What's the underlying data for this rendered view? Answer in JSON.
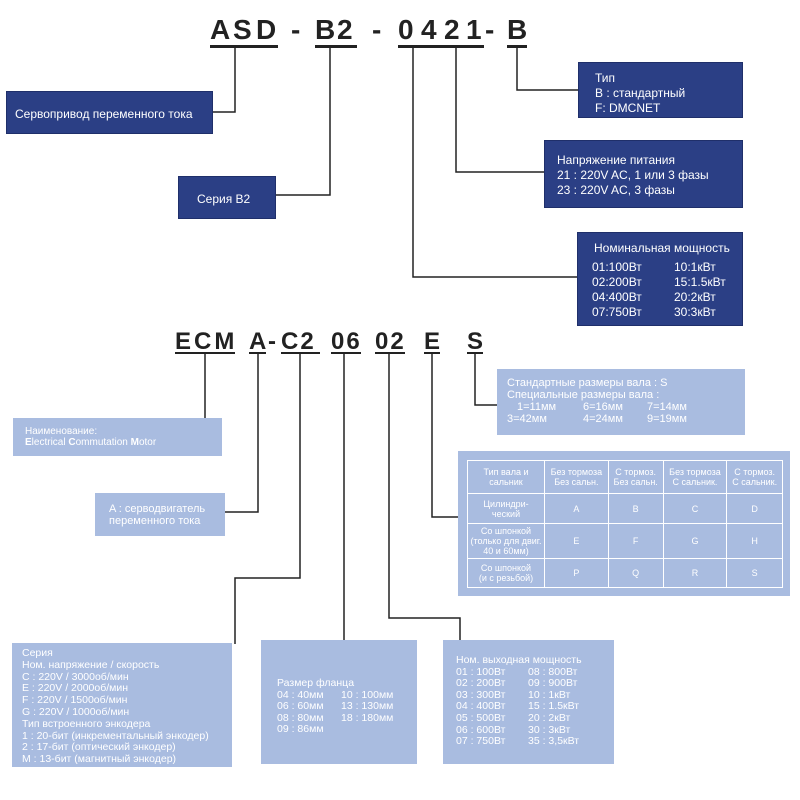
{
  "top_code": {
    "chars": [
      "A",
      "S",
      "D",
      "-",
      "B",
      "2",
      "-",
      "0",
      "4",
      "2",
      "1",
      "-",
      "B"
    ]
  },
  "top_boxes": {
    "drive": "Сервопривод переменного тока",
    "series": "Серия B2",
    "type": {
      "title": "Тип",
      "lines": [
        "B : стандартный",
        "F: DMCNET"
      ]
    },
    "voltage": {
      "title": "Напряжение питания",
      "lines": [
        "21 : 220V AC, 1 или 3 фазы",
        "23 : 220V AC, 3 фазы"
      ]
    },
    "power": {
      "title": "Номинальная мощность",
      "rows": [
        [
          "01:100Вт",
          "10:1кВт"
        ],
        [
          "02:200Вт",
          "15:1.5кВт"
        ],
        [
          "04:400Вт",
          "20:2кВт"
        ],
        [
          "07:750Вт",
          "30:3кВт"
        ]
      ]
    }
  },
  "bottom_code": {
    "groups": [
      "ECM",
      "A",
      "-",
      "C2",
      "06",
      "02",
      "E",
      "S"
    ]
  },
  "bottom_boxes": {
    "name": {
      "line1": "Наименование:",
      "line2": [
        {
          "b": "E",
          "t": "lectrical "
        },
        {
          "b": "C",
          "t": "ommutation "
        },
        {
          "b": "M",
          "t": "otor"
        }
      ]
    },
    "servo": [
      "A : серводвигатель",
      "переменного тока"
    ],
    "shaft": {
      "lines": [
        "Стандартные размеры вала : S",
        "Специальные размеры вала :"
      ],
      "rows": [
        [
          "1=11мм",
          "6=16мм",
          "7=14мм"
        ],
        [
          "3=42мм",
          "4=24мм",
          "9=19мм"
        ]
      ]
    },
    "table": {
      "header": [
        [
          "Тип вала и",
          "сальник"
        ],
        [
          "Без тормоза",
          "Без сальн."
        ],
        [
          "С тормоз.",
          "Без сальн."
        ],
        [
          "Без тормоза",
          "С сальник."
        ],
        [
          "С тормоз.",
          "С сальник."
        ]
      ],
      "rows": [
        {
          "label": [
            "Цилиндри-",
            "ческий"
          ],
          "cells": [
            "A",
            "B",
            "C",
            "D"
          ]
        },
        {
          "label": [
            "Со шпонкой",
            "(только для двиг.",
            "40 и 60мм)"
          ],
          "cells": [
            "E",
            "F",
            "G",
            "H"
          ]
        },
        {
          "label": [
            "Со шпонкой",
            "(и с резьбой)"
          ],
          "cells": [
            "P",
            "Q",
            "R",
            "S"
          ]
        }
      ]
    },
    "series": {
      "lines": [
        "Серия",
        "Ном. напряжение / скорость",
        "C : 220V / 3000об/мин",
        "E : 220V / 2000об/мин",
        "F : 220V / 1500об/мин",
        "G : 220V / 1000об/мин",
        "Тип встроенного энкодера",
        "1 : 20-бит (инкрементальный энкодер)",
        "2 : 17-бит (оптический энкодер)",
        "M : 13-бит (магнитный энкодер)"
      ]
    },
    "flange": {
      "title": "Размер фланца",
      "rows": [
        [
          "04 : 40мм",
          "10 : 100мм"
        ],
        [
          "06 : 60мм",
          "13 : 130мм"
        ],
        [
          "08 : 80мм",
          "18 : 180мм"
        ],
        [
          "09 : 86мм",
          ""
        ]
      ]
    },
    "out_power": {
      "title": "Ном. выходная мощность",
      "rows": [
        [
          "01 : 100Вт",
          "08 : 800Вт"
        ],
        [
          "02 : 200Вт",
          "09 : 900Вт"
        ],
        [
          "03 : 300Вт",
          "10 : 1кВт"
        ],
        [
          "04 : 400Вт",
          "15 : 1.5кВт"
        ],
        [
          "05 : 500Вт",
          "20 : 2кВт"
        ],
        [
          "06 : 600Вт",
          "30 : 3кВт"
        ],
        [
          "07 : 750Вт",
          "35 : 3,5кВт"
        ]
      ]
    }
  },
  "colors": {
    "dark_box": "#2b3f85",
    "light_box": "#a9bce0",
    "line": "#222222"
  }
}
